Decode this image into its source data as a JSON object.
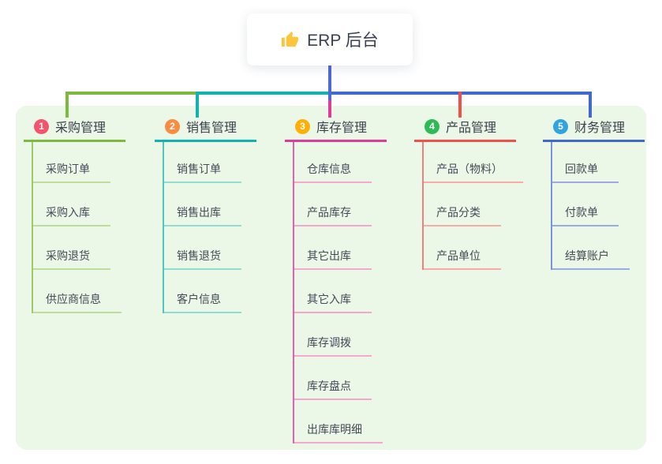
{
  "root": {
    "label": "ERP 后台",
    "icon": "thumbs-up-icon",
    "icon_color": "#fec43c",
    "line_color": "#4b6ad6"
  },
  "panel_color": "#ebf7e7",
  "branches": [
    {
      "number": "1",
      "label": "采购管理",
      "colors": {
        "badge": "#f4546b",
        "line": "#7cb93e",
        "mid": "#9ccb66",
        "light": "#bcde9a"
      },
      "children": [
        "采购订单",
        "采购入库",
        "采购退货",
        "供应商信息"
      ]
    },
    {
      "number": "2",
      "label": "销售管理",
      "colors": {
        "badge": "#fa8b40",
        "line": "#11b3ae",
        "mid": "#4ec5be",
        "light": "#93dcd6"
      },
      "children": [
        "销售订单",
        "销售出库",
        "销售退货",
        "客户信息"
      ]
    },
    {
      "number": "3",
      "label": "库存管理",
      "colors": {
        "badge": "#ffb007",
        "line": "#e23a99",
        "mid": "#e95fad",
        "light": "#f5a7cf"
      },
      "children": [
        "仓库信息",
        "产品库存",
        "其它出库",
        "其它入库",
        "库存调拨",
        "库存盘点",
        "出库库明细"
      ]
    },
    {
      "number": "4",
      "label": "产品管理",
      "colors": {
        "badge": "#30b957",
        "line": "#f24f4a",
        "mid": "#f57f78",
        "light": "#f9aca7"
      },
      "children": [
        "产品（物料）",
        "产品分类",
        "产品单位"
      ]
    },
    {
      "number": "5",
      "label": "财务管理",
      "colors": {
        "badge": "#2fa4e0",
        "line": "#4168d1",
        "mid": "#7a94db",
        "light": "#97ace2"
      },
      "children": [
        "回款单",
        "付款单",
        "结算账户"
      ]
    }
  ]
}
